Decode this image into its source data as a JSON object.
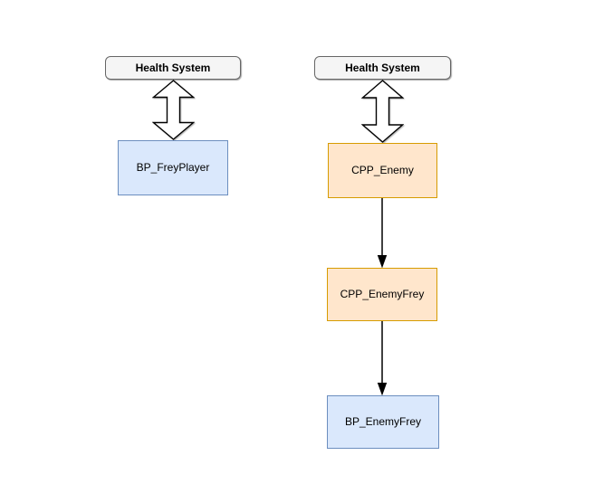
{
  "diagram": {
    "nodes": {
      "health_left": {
        "label": "Health System",
        "type": "header"
      },
      "health_right": {
        "label": "Health System",
        "type": "header"
      },
      "bp_freyplayer": {
        "label": "BP_FreyPlayer",
        "type": "blueprint"
      },
      "cpp_enemy": {
        "label": "CPP_Enemy",
        "type": "cpp"
      },
      "cpp_enemyfrey": {
        "label": "CPP_EnemyFrey",
        "type": "cpp"
      },
      "bp_enemyfrey": {
        "label": "BP_EnemyFrey",
        "type": "blueprint"
      }
    },
    "connectors": [
      {
        "type": "double-arrow",
        "from": "health_left",
        "to": "bp_freyplayer"
      },
      {
        "type": "double-arrow",
        "from": "health_right",
        "to": "cpp_enemy"
      },
      {
        "type": "arrow",
        "from": "cpp_enemy",
        "to": "cpp_enemyfrey"
      },
      {
        "type": "arrow",
        "from": "cpp_enemyfrey",
        "to": "bp_enemyfrey"
      }
    ],
    "colors": {
      "background": "#ffffff",
      "header_fill": "#f5f5f5",
      "header_border": "#666666",
      "blueprint_fill": "#dae8fc",
      "blueprint_border": "#6c8ebf",
      "cpp_fill": "#ffe6cc",
      "cpp_border": "#d79b00",
      "connector_stroke": "#000000",
      "double_arrow_fill": "#ffffff"
    }
  }
}
